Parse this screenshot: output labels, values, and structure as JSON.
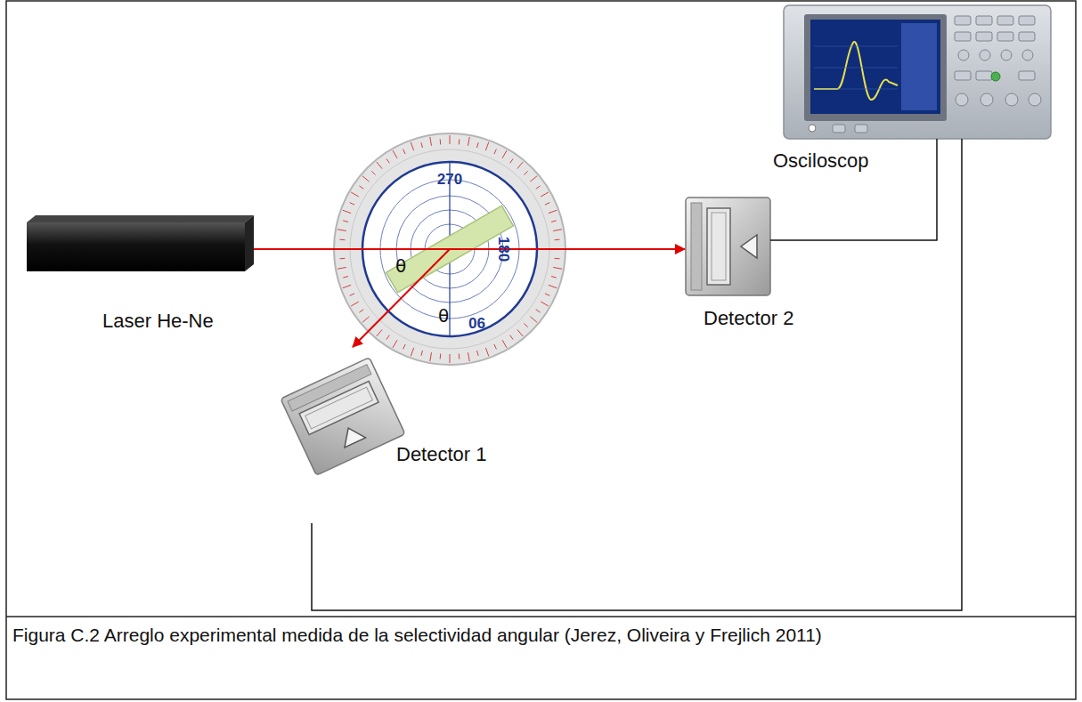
{
  "diagram": {
    "caption": "Figura C.2 Arreglo experimental medida de la selectividad angular (Jerez, Oliveira y Frejlich 2011)",
    "nodes": [
      {
        "text": [
          "Osciloscop"
        ]
      },
      {
        "text": [
          "Laser He-Ne"
        ]
      },
      {
        "text": [
          "270",
          "180",
          "90"
        ]
      },
      {
        "text": [
          "Detector 2"
        ]
      },
      {
        "text": [
          "Detector 1"
        ]
      }
    ],
    "edges": [
      {
        "from": 1,
        "to": 2,
        "arrow": "none"
      },
      {
        "from": 2,
        "to": 3,
        "arrow": "to"
      },
      {
        "from": 2,
        "to": 4,
        "arrow": "to"
      },
      {
        "from": 3,
        "to": 0,
        "arrow": "none"
      },
      {
        "from": 4,
        "to": 0,
        "arrow": "none"
      }
    ],
    "labels": [
      "θ",
      "θ"
    ]
  }
}
